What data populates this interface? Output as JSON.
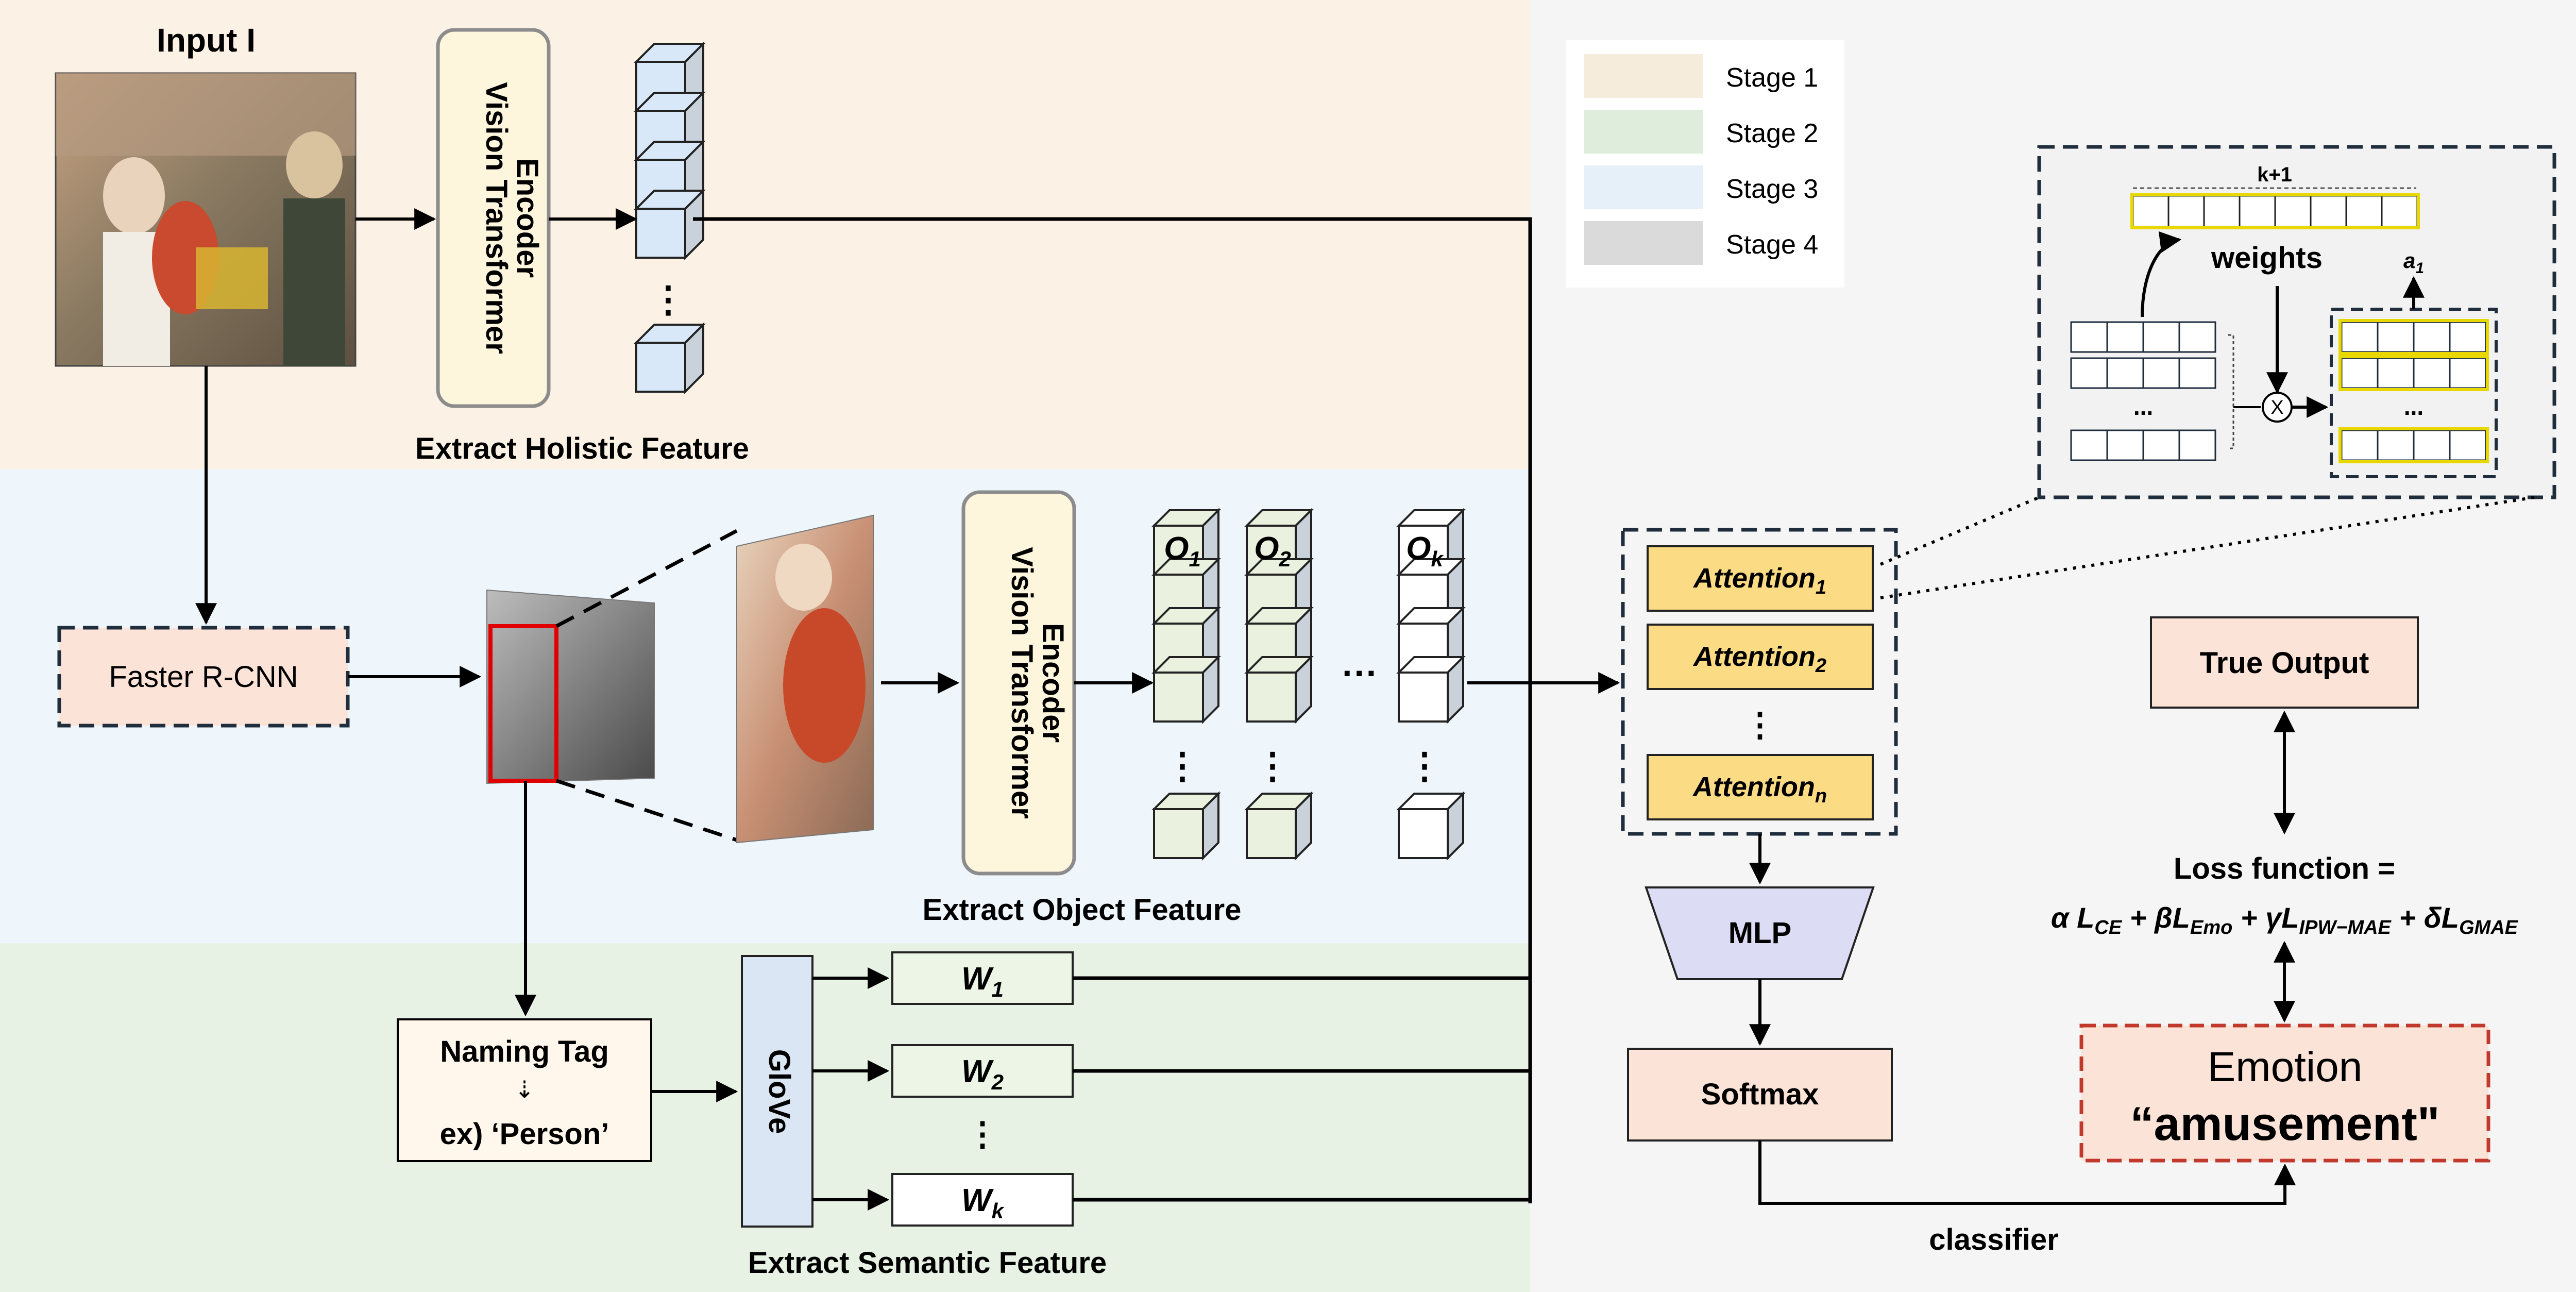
{
  "stage1": {
    "input_label": "Input I",
    "encoder_label_line1": "Vision Transformer",
    "encoder_label_line2": "Encoder",
    "caption": "Extract Holistic Feature"
  },
  "stage3": {
    "rcnn_label": "Faster R-CNN",
    "encoder_label_line1": "Vision Transformer",
    "encoder_label_line2": "Encoder",
    "caption": "Extract Object Feature",
    "objects": [
      {
        "base": "O",
        "sub": "1"
      },
      {
        "base": "O",
        "sub": "2"
      },
      {
        "base": "O",
        "sub": "k"
      }
    ],
    "ellipsis_v": "⋮",
    "ellipsis_h": "···"
  },
  "stage2": {
    "tag_line1": "Naming Tag",
    "tag_arrow": "⇣",
    "tag_line2": "ex) ‘Person’",
    "glove_label": "GloVe",
    "caption": "Extract Semantic Feature",
    "words": [
      {
        "base": "W",
        "sub": "1"
      },
      {
        "base": "W",
        "sub": "2"
      },
      {
        "base": "W",
        "sub": "k"
      }
    ],
    "ellipsis_v": "⋮"
  },
  "legend": [
    {
      "label": "Stage 1",
      "color": "#f6ecdc"
    },
    {
      "label": "Stage 2",
      "color": "#dfeedc"
    },
    {
      "label": "Stage 3",
      "color": "#e6f0f8"
    },
    {
      "label": "Stage 4",
      "color": "#dadada"
    }
  ],
  "attention_detail": {
    "top_label": "k+1",
    "weights_label": "weights",
    "a_base": "a",
    "a_sub": "1",
    "ellipsis": "...",
    "multiply_symbol": "X"
  },
  "stage4": {
    "attention": [
      {
        "base": "Attention",
        "sub": "1"
      },
      {
        "base": "Attention",
        "sub": "2"
      },
      {
        "base": "Attention",
        "sub": "n"
      }
    ],
    "ellipsis_v": "⋮",
    "mlp_label": "MLP",
    "softmax_label": "Softmax",
    "classifier_label": "classifier",
    "true_output_label": "True Output",
    "loss_title": "Loss function =",
    "loss_formula": "α L_CE + βL_Emo + γL_IPW−MAE + δL_GMAE",
    "emotion_label": "Emotion",
    "emotion_value": "“amusement\""
  },
  "colors": {
    "stage1_bg": "#fbf1e4",
    "stage2_bg": "#e7f2e4",
    "stage3_bg": "#eef6fc",
    "stage4_bg": "#f5f5f5",
    "encoder_fill": "#fdf5dc",
    "encoder_stroke": "#8c8c8c",
    "attention_fill": "#fbdb84",
    "mlp_fill": "#dcdcf4",
    "box_pink": "#fbe3d8",
    "emotion_border": "#c0392b",
    "cube_blue": "#d9e8f8",
    "cube_green": "#eaf2df",
    "yellow_stroke": "#e8d800"
  }
}
